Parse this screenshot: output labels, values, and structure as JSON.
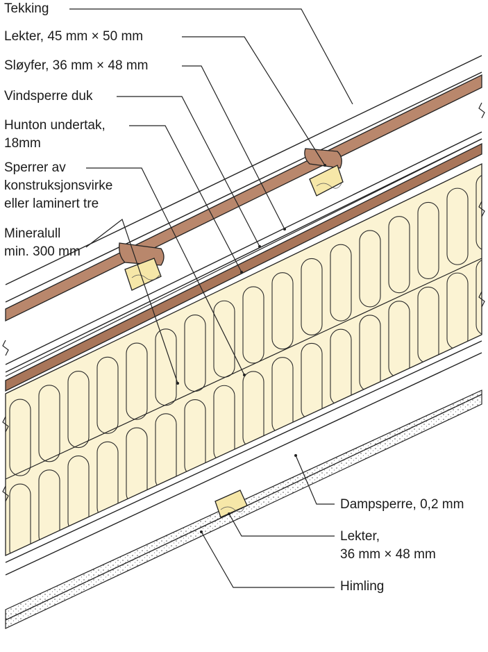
{
  "labels": {
    "tekking": "Tekking",
    "lekter_top": "Lekter, 45 mm × 50 mm",
    "sloyfer": "Sløyfer, 36 mm × 48 mm",
    "vindsperre": "Vindsperre duk",
    "hunton_1": "Hunton undertak,",
    "hunton_2": "18mm",
    "sperrer_1": "Sperrer av",
    "sperrer_2": "konstruksjonsvirke",
    "sperrer_3": "eller laminert tre",
    "mineralull_1": "Mineralull",
    "mineralull_2": "min. 300 mm",
    "dampsperre": "Dampsperre, 0,2 mm",
    "lekter_bottom_1": "Lekter,",
    "lekter_bottom_2": "36 mm × 48 mm",
    "himling": "Himling"
  },
  "colors": {
    "tile": "#b9876c",
    "wood": "#f6e7a8",
    "insulation": "#fbf3d3",
    "board": "#a9765a",
    "ceiling": "#f4f4f4",
    "line": "#222222"
  }
}
